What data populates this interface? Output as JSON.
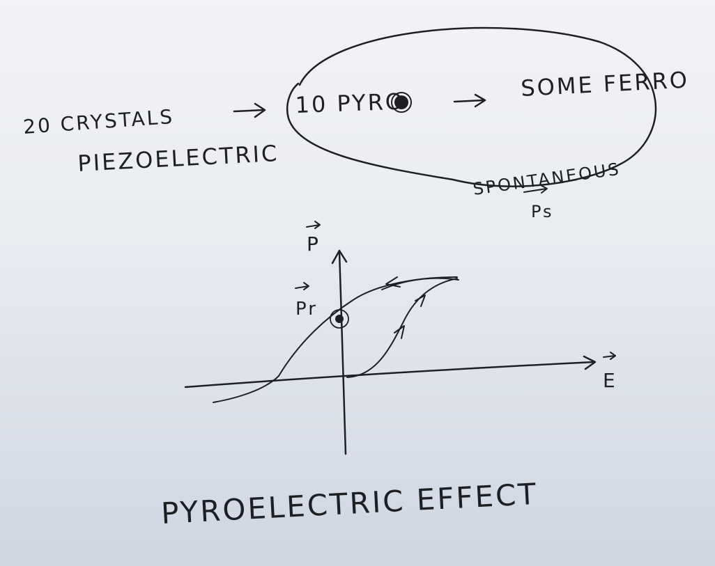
{
  "notes": {
    "line1": "20 CRYSTALS",
    "line2": "PIEZOELECTRIC",
    "pyro": "10 PYRO",
    "ferro": "SOME FERRO",
    "spontaneous": "SPONTANEOUS",
    "ps": "Ps"
  },
  "graph": {
    "y_label": "P",
    "x_label": "E",
    "remanent_label": "Pr"
  },
  "title": "PYROELECTRIC EFFECT",
  "colors": {
    "ink": "#1d1f24",
    "board_top": "#f2f3f6",
    "board_bottom": "#cfd6e2"
  }
}
